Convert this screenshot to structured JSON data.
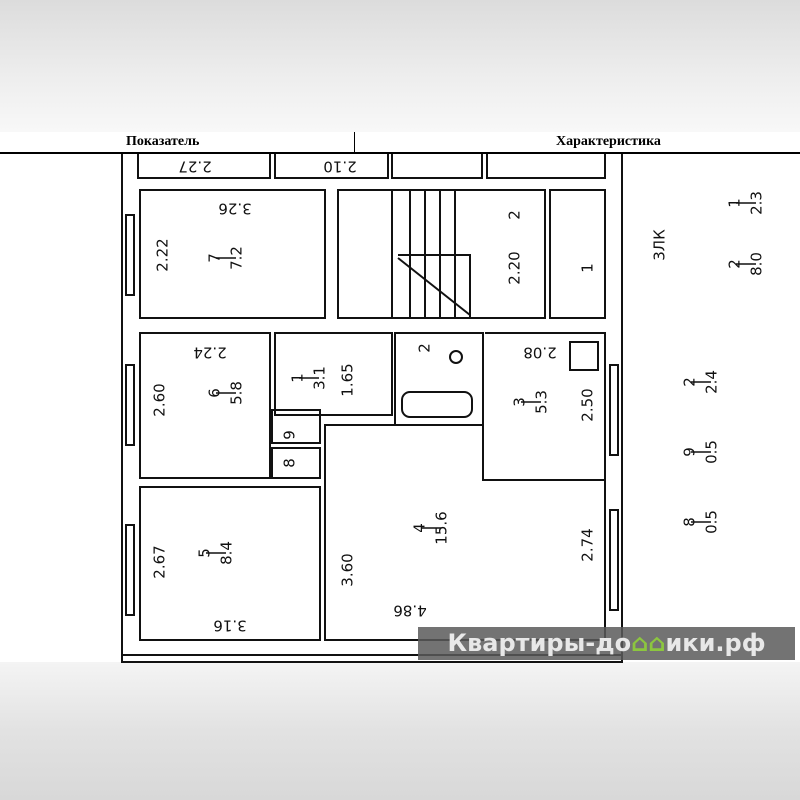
{
  "header": {
    "col1": "Показатель",
    "col2": "Характеристика"
  },
  "plan": {
    "top_dims": [
      "2.27",
      "2.10"
    ],
    "room7": {
      "num": "7",
      "area": "7.2",
      "w": "3.26",
      "h": "2.22"
    },
    "stair_room": {
      "h": "2.20",
      "num": "2"
    },
    "balcony": {
      "num": "1",
      "label": "3ЛК"
    },
    "legend": [
      {
        "num": "1",
        "area": "2.3"
      },
      {
        "num": "2",
        "area": "8.0"
      },
      {
        "num": "2",
        "area": "2.4"
      },
      {
        "num": "9",
        "area": "0.5"
      },
      {
        "num": "8",
        "area": "0.5"
      }
    ],
    "room6": {
      "num": "6",
      "area": "5.8",
      "w": "2.24",
      "h": "2.60"
    },
    "room1": {
      "num": "1",
      "area": "3.1",
      "w": "1.65"
    },
    "bath": {
      "num": "2"
    },
    "room3": {
      "num": "3",
      "area": "5.3",
      "w": "2.08",
      "h": "2.50"
    },
    "closet9": {
      "num": "9"
    },
    "closet8": {
      "num": "8"
    },
    "room5": {
      "num": "5",
      "area": "8.4",
      "w": "3.16",
      "h": "2.67"
    },
    "room4": {
      "num": "4",
      "area": "15.6",
      "w": "4.86",
      "h1": "3.60",
      "h2": "2.74"
    }
  },
  "watermark": {
    "pre": "Квартиры-до",
    "house": "⌂⌂",
    "post": "ики.рф"
  }
}
